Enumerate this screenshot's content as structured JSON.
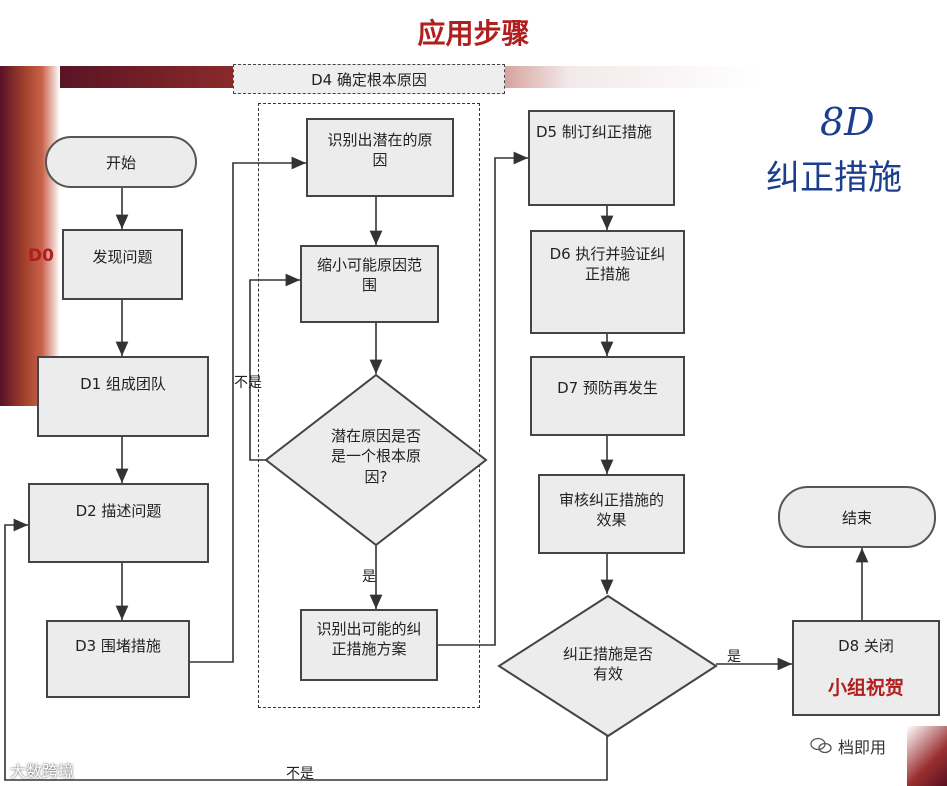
{
  "title": "应用步骤",
  "header": {
    "big": "8D",
    "sub": "纠正措施"
  },
  "d4_caption": "D4 确定根本原因",
  "left_column": {
    "start": "开始",
    "d0_label": "D0",
    "d0_box": "发现问题",
    "d1": "D1 组成团队",
    "d2": "D2 描述问题",
    "d3": "D3 围堵措施"
  },
  "middle_column": {
    "identify_potential": "识别出潜在的原因",
    "narrow": "缩小可能原因范围",
    "decision": "潜在原因是否是一个根本原因?",
    "identify_corrective": "识别出可能的纠正措施方案"
  },
  "right_column": {
    "d5": "D5 制订纠正措施",
    "d6": "D6 执行并验证纠正措施",
    "d7": "D7 预防再发生",
    "review": "审核纠正措施的效果",
    "decision": "纠正措施是否有效",
    "d8": "D8 关闭",
    "d8_celebrate": "小组祝贺",
    "end": "结束"
  },
  "edge_labels": {
    "no_1": "不是",
    "yes_1": "是",
    "yes_2": "是",
    "no_2": "不是"
  },
  "watermarks": {
    "left": "大数跨境",
    "right": "档即用",
    "right_icon": "wechat-icon"
  }
}
